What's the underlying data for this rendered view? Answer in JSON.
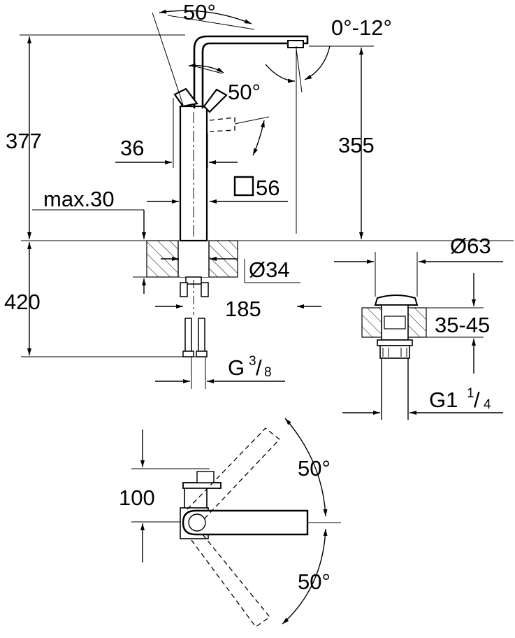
{
  "side_view": {
    "spout_swivel_angle": "50°",
    "aerator_tilt": "0°-12°",
    "lever_angle": "50°",
    "total_height": "377",
    "spout_height": "355",
    "body_diameter": "36",
    "square_base": "56",
    "max_deck_thickness": "max.30",
    "mounting_hole": "Ø34",
    "below_deck_depth": "420",
    "hose_reach": "185",
    "connection_thread": "G",
    "connection_thread_sup": "3",
    "connection_thread_sub": "8"
  },
  "waste_view": {
    "cap_diameter": "Ø63",
    "deck_range": "35-45",
    "thread_main": "G1",
    "thread_sup": "1",
    "thread_sub": "4"
  },
  "top_view": {
    "lever_offset": "100",
    "swivel_angle_left": "50°",
    "swivel_angle_right": "50°"
  }
}
